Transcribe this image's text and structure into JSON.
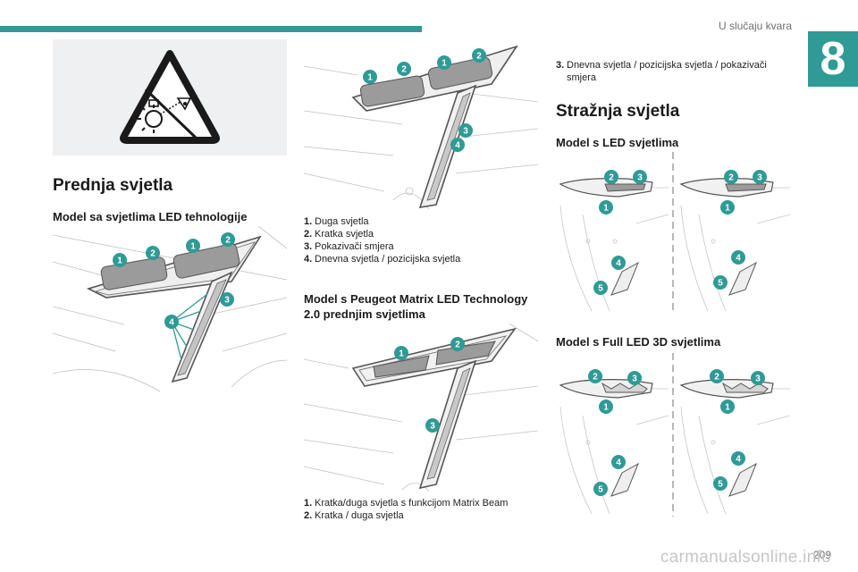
{
  "header": {
    "section_title": "U slučaju kvara",
    "chapter_number": "8",
    "accent_color": "#2f9a96"
  },
  "left_column": {
    "warning_icon": "no-headlight-adjust-warning-icon",
    "heading": "Prednja svjetla",
    "subheading": "Model sa svjetlima LED tehnologije",
    "callouts": [
      "1",
      "2",
      "1",
      "2",
      "3",
      "4"
    ]
  },
  "middle_column": {
    "callouts_top": [
      "1",
      "2",
      "1",
      "2",
      "3",
      "4"
    ],
    "legend_top": [
      {
        "num": "1.",
        "text": "Duga svjetla"
      },
      {
        "num": "2.",
        "text": "Kratka svjetla"
      },
      {
        "num": "3.",
        "text": "Pokazivači smjera"
      },
      {
        "num": "4.",
        "text": "Dnevna svjetla / pozicijska svjetla"
      }
    ],
    "subheading": "Model s Peugeot Matrix LED Technology 2.0 prednjim svjetlima",
    "callouts_bottom": [
      "1",
      "2",
      "3"
    ],
    "legend_bottom": [
      {
        "num": "1.",
        "text": "Kratka/duga svjetla s funkcijom Matrix Beam"
      },
      {
        "num": "2.",
        "text": "Kratka / duga svjetla"
      }
    ]
  },
  "right_column": {
    "legend_top": [
      {
        "num": "3.",
        "text": "Dnevna svjetla / pozicijska svjetla / pokazivači smjera"
      }
    ],
    "heading": "Stražnja svjetla",
    "subheading_led": "Model s LED svjetlima",
    "subheading_full_led": "Model s Full LED 3D svjetlima",
    "callouts": [
      "2",
      "3",
      "1",
      "4",
      "5"
    ]
  },
  "footer": {
    "page_number": "209",
    "watermark": "carmanualsonline.info"
  }
}
